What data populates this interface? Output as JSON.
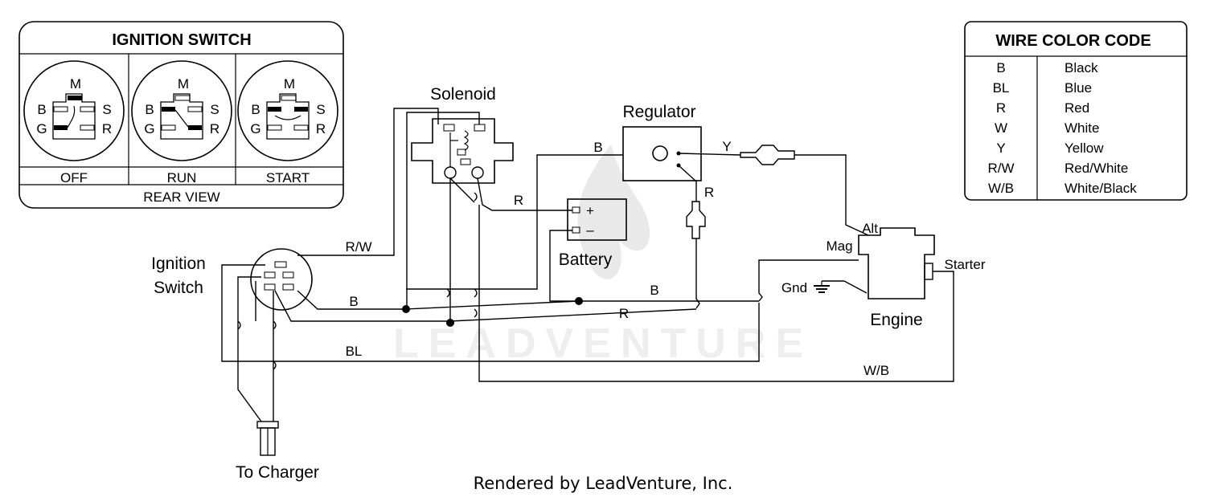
{
  "ignition_box": {
    "title": "IGNITION SWITCH",
    "positions": [
      "OFF",
      "RUN",
      "START"
    ],
    "footer": "REAR VIEW",
    "pins": {
      "m": "M",
      "b": "B",
      "s": "S",
      "g": "G",
      "r": "R"
    }
  },
  "wire_code": {
    "title": "WIRE COLOR CODE",
    "rows": [
      {
        "code": "B",
        "color": "Black"
      },
      {
        "code": "BL",
        "color": "Blue"
      },
      {
        "code": "R",
        "color": "Red"
      },
      {
        "code": "W",
        "color": "White"
      },
      {
        "code": "Y",
        "color": "Yellow"
      },
      {
        "code": "R/W",
        "color": "Red/White"
      },
      {
        "code": "W/B",
        "color": "White/Black"
      }
    ]
  },
  "components": {
    "solenoid": "Solenoid",
    "regulator": "Regulator",
    "battery": "Battery",
    "ignition_switch_1": "Ignition",
    "ignition_switch_2": "Switch",
    "engine": "Engine",
    "to_charger": "To Charger",
    "alt": "Alt",
    "mag": "Mag",
    "starter": "Starter",
    "gnd": "Gnd",
    "plus": "+",
    "minus": "–"
  },
  "wire_labels": {
    "b_regulator": "B",
    "y_regulator": "Y",
    "r_regulator": "R",
    "r_solenoid": "R",
    "rw": "R/W",
    "b_switch": "B",
    "b_battery": "B",
    "r_main": "R",
    "bl": "BL",
    "wb": "W/B"
  },
  "watermark": "LEADVENTURE",
  "footer": "Rendered by LeadVenture, Inc."
}
